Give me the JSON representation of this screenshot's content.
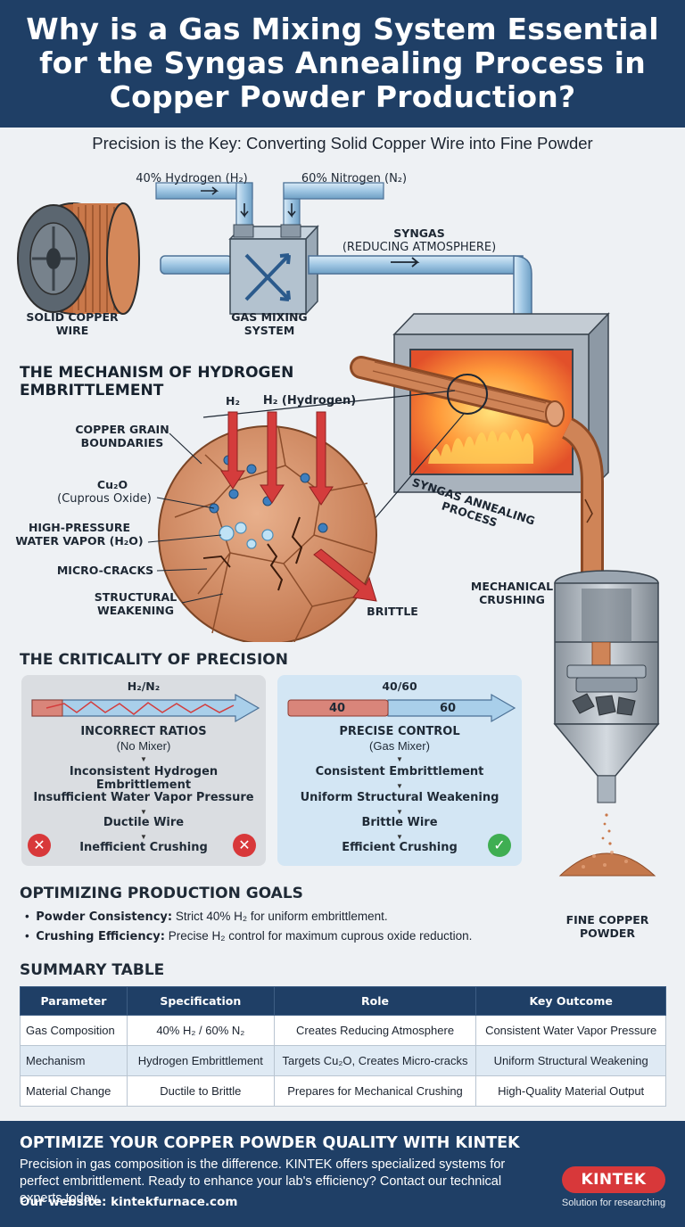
{
  "header": {
    "title": "Why is a Gas Mixing System Essential for the Syngas Annealing Process in Copper Powder Production?"
  },
  "subtitle": "Precision is the Key: Converting Solid Copper Wire into Fine Powder",
  "process": {
    "hydrogen_input": "40% Hydrogen (H₂)",
    "nitrogen_input": "60% Nitrogen (N₂)",
    "wire_label": "SOLID COPPER WIRE",
    "mixer_label": "GAS MIXING SYSTEM",
    "syngas_label": "SYNGAS",
    "syngas_sub": "(REDUCING ATMOSPHERE)",
    "annealing_label": "SYNGAS ANNEALING PROCESS",
    "crushing_label": "MECHANICAL CRUSHING",
    "powder_label": "FINE COPPER POWDER"
  },
  "mechanism": {
    "title": "THE MECHANISM OF HYDROGEN EMBRITTLEMENT",
    "h2": "H₂",
    "h2_hydrogen": "H₂ (Hydrogen)",
    "grain": "COPPER GRAIN BOUNDARIES",
    "cu2o": "Cu₂O",
    "cu2o_sub": "(Cuprous Oxide)",
    "vapor": "HIGH-PRESSURE WATER VAPOR (H₂O)",
    "cracks": "MICRO-CRACKS",
    "weakening": "STRUCTURAL WEAKENING",
    "brittle": "BRITTLE"
  },
  "criticality": {
    "title": "THE CRITICALITY OF PRECISION",
    "incorrect": {
      "ratio": "H₂/N₂",
      "title": "INCORRECT RATIOS",
      "sub": "(No Mixer)",
      "steps": [
        "Inconsistent Hydrogen Embrittlement",
        "Insufficient Water Vapor Pressure",
        "Ductile Wire",
        "Inefficient Crushing"
      ]
    },
    "precise": {
      "ratio": "40/60",
      "left_value": "40",
      "right_value": "60",
      "title": "PRECISE CONTROL",
      "sub": "(Gas Mixer)",
      "steps": [
        "Consistent Embrittlement",
        "Uniform Structural Weakening",
        "Brittle Wire",
        "Efficient Crushing"
      ]
    }
  },
  "goals": {
    "title": "OPTIMIZING PRODUCTION GOALS",
    "items": [
      {
        "label": "Powder Consistency:",
        "text": "Strict 40% H₂ for uniform embrittlement."
      },
      {
        "label": "Crushing Efficiency:",
        "text": "Precise H₂ control for maximum cuprous oxide reduction."
      }
    ]
  },
  "summary": {
    "title": "SUMMARY TABLE",
    "headers": [
      "Parameter",
      "Specification",
      "Role",
      "Key Outcome"
    ],
    "rows": [
      [
        "Gas Composition",
        "40% H₂ / 60% N₂",
        "Creates Reducing Atmosphere",
        "Consistent Water Vapor Pressure"
      ],
      [
        "Mechanism",
        "Hydrogen Embrittlement",
        "Targets Cu₂O, Creates Micro-cracks",
        "Uniform Structural Weakening"
      ],
      [
        "Material Change",
        "Ductile to Brittle",
        "Prepares for Mechanical Crushing",
        "High-Quality Material Output"
      ]
    ]
  },
  "footer": {
    "title": "OPTIMIZE YOUR COPPER POWDER QUALITY WITH KINTEK",
    "body": "Precision in gas composition is the difference. KINTEK offers specialized systems for perfect embrittlement. Ready to enhance your lab's efficiency? Contact our technical experts today.",
    "website": "Our website: kintekfurnace.com",
    "logo": "KINTEK",
    "tagline": "Solution for researching"
  },
  "colors": {
    "navy": "#1f3f66",
    "copper": "#c9784a",
    "red_arrow": "#d43c3c",
    "pipe_blue": "#9fc6e3",
    "error_red": "#d8383a",
    "ok_green": "#3fae52"
  }
}
